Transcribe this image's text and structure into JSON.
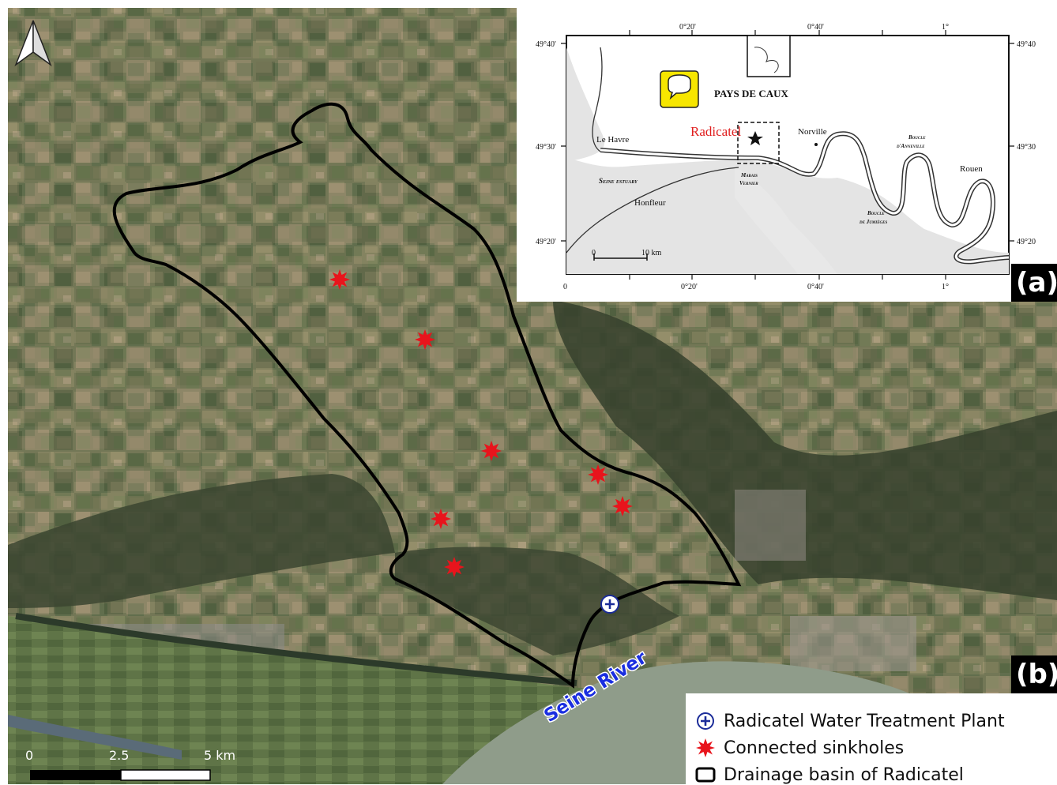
{
  "main_map": {
    "river_label": "Seine River",
    "scale_bar": {
      "ticks": [
        "0",
        "2.5",
        "5 km"
      ]
    },
    "panel_label": "(b)",
    "sinkhole_count": 7
  },
  "inset_map": {
    "panel_label": "(a)",
    "top_ticks": [
      "0°20'",
      "0°40'",
      "1°"
    ],
    "bottom_ticks": [
      "0",
      "0°20'",
      "0°40'",
      "1°"
    ],
    "left_ticks": [
      "49°40'",
      "49°30'",
      "49°20'"
    ],
    "right_ticks": [
      "49°40",
      "49°30",
      "49°20"
    ],
    "region_label": "PAYS DE CAUX",
    "site_label": "Radicatel",
    "places": [
      "Le Havre",
      "Honfleur",
      "Norville",
      "Rouen"
    ],
    "estuary_label": "Seine estuary",
    "marais_label": [
      "Marais",
      "Vernier"
    ],
    "boucle_anneville": [
      "Boucle",
      "d'Anneville"
    ],
    "boucle_jumieges": [
      "Boucle",
      "de Jumièges"
    ],
    "scale_ticks": [
      "0",
      "10 km"
    ]
  },
  "legend": {
    "items": [
      {
        "icon": "plus-circle-icon",
        "label": "Radicatel Water Treatment Plant"
      },
      {
        "icon": "red-star-icon",
        "label": "Connected sinkholes"
      },
      {
        "icon": "rectangle-outline-icon",
        "label": "Drainage basin of Radicatel"
      }
    ]
  },
  "colors": {
    "sinkhole": "#e8141c",
    "river_label": "#1a2ee0",
    "basin_outline": "#000000",
    "site_label": "#e01e1e"
  }
}
